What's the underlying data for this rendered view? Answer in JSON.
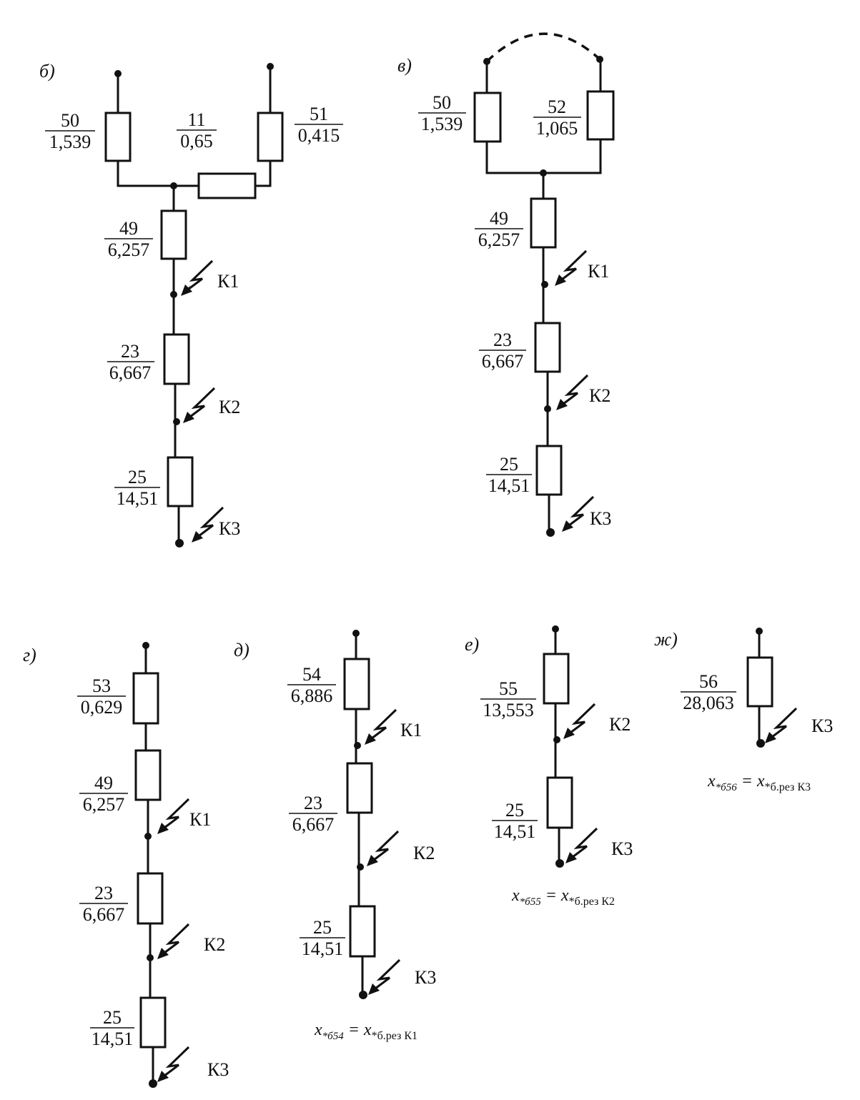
{
  "panels": {
    "b": {
      "label": "б)",
      "r50": {
        "num": "50",
        "den": "1,539"
      },
      "r11": {
        "num": "11",
        "den": "0,65"
      },
      "r51": {
        "num": "51",
        "den": "0,415"
      },
      "r49": {
        "num": "49",
        "den": "6,257"
      },
      "r23": {
        "num": "23",
        "den": "6,667"
      },
      "r25": {
        "num": "25",
        "den": "14,51"
      },
      "k1": "К1",
      "k2": "К2",
      "k3": "К3"
    },
    "v": {
      "label": "в)",
      "r50": {
        "num": "50",
        "den": "1,539"
      },
      "r52": {
        "num": "52",
        "den": "1,065"
      },
      "r49": {
        "num": "49",
        "den": "6,257"
      },
      "r23": {
        "num": "23",
        "den": "6,667"
      },
      "r25": {
        "num": "25",
        "den": "14,51"
      },
      "k1": "К1",
      "k2": "К2",
      "k3": "К3"
    },
    "g": {
      "label": "г)",
      "r53": {
        "num": "53",
        "den": "0,629"
      },
      "r49": {
        "num": "49",
        "den": "6,257"
      },
      "r23": {
        "num": "23",
        "den": "6,667"
      },
      "r25": {
        "num": "25",
        "den": "14,51"
      },
      "k1": "К1",
      "k2": "К2",
      "k3": "К3"
    },
    "d": {
      "label": "д)",
      "r54": {
        "num": "54",
        "den": "6,886"
      },
      "r23": {
        "num": "23",
        "den": "6,667"
      },
      "r25": {
        "num": "25",
        "den": "14,51"
      },
      "k1": "К1",
      "k2": "К2",
      "k3": "К3",
      "formula": {
        "x": "x",
        "sub1": "*б54",
        "eq": " = ",
        "x2": "x",
        "sub2": "*б.рез К1"
      }
    },
    "e": {
      "label": "е)",
      "r55": {
        "num": "55",
        "den": "13,553"
      },
      "r25": {
        "num": "25",
        "den": "14,51"
      },
      "k2": "К2",
      "k3": "К3",
      "formula": {
        "x": "x",
        "sub1": "*б55",
        "eq": " = ",
        "x2": "x",
        "sub2": "*б.рез К2"
      }
    },
    "zh": {
      "label": "ж)",
      "r56": {
        "num": "56",
        "den": "28,063"
      },
      "k3": "К3",
      "formula": {
        "x": "x",
        "sub1": "*б56",
        "eq": " = ",
        "x2": "x",
        "sub2": "*б.рез К3"
      }
    }
  }
}
